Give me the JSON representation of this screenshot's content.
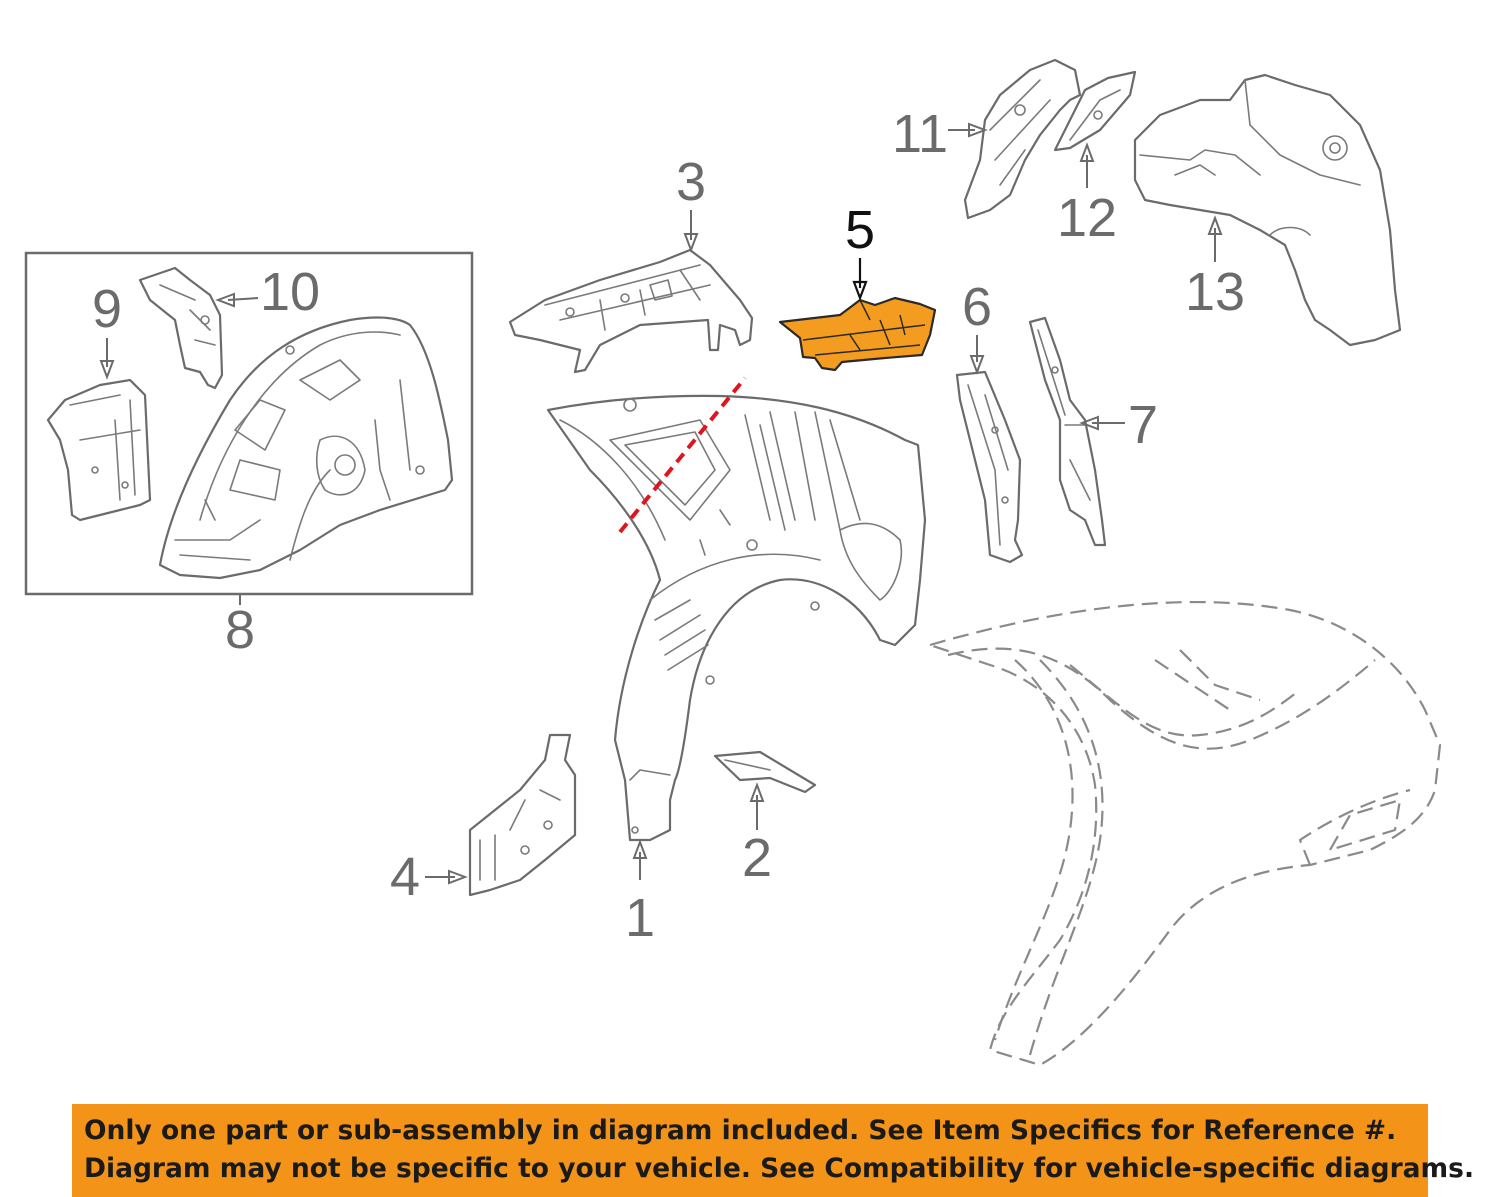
{
  "diagram": {
    "highlight_color": "#f39c1f",
    "line_color": "#6b6b6b",
    "cut_line_color": "#e0141e",
    "callouts": {
      "c1": "1",
      "c2": "2",
      "c3": "3",
      "c4": "4",
      "c5": "5",
      "c6": "6",
      "c7": "7",
      "c8": "8",
      "c9": "9",
      "c10": "10",
      "c11": "11",
      "c12": "12",
      "c13": "13"
    },
    "highlighted_part": "5"
  },
  "notice": {
    "background": "#f39418",
    "line1": "Only one part or sub-assembly in diagram included. See Item Specifics for Reference #.",
    "line2": "Diagram may not be specific to your vehicle. See Compatibility for vehicle-specific diagrams."
  }
}
